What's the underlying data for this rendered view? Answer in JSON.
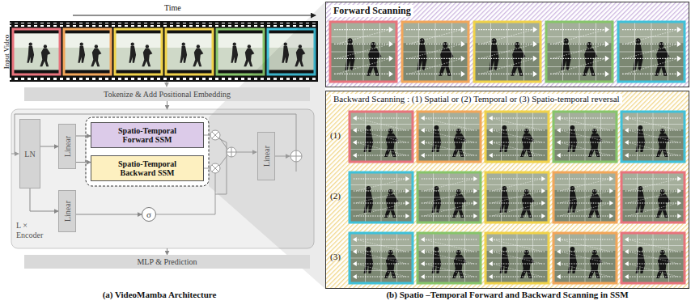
{
  "diagram": {
    "nodes": [
      {
        "text": [
          "Tokenize & Add Positional Embedding"
        ]
      },
      {
        "text": [
          "L × Encoder"
        ]
      },
      {
        "text": [
          "LN"
        ],
        "in": 1
      },
      {
        "text": [
          "Linear"
        ],
        "in": 1
      },
      {
        "text": [
          "Spatio-Temporal Forward SSM"
        ],
        "in": 1
      },
      {
        "text": [
          "Spatio-Temporal Backward SSM"
        ],
        "in": 1
      },
      {
        "text": [
          "Linear"
        ],
        "in": 1
      },
      {
        "text": [
          "σ"
        ],
        "in": 1
      },
      {
        "text": [
          "Linear"
        ],
        "in": 1
      },
      {
        "text": [
          "MLP & Prediction"
        ]
      },
      {
        "text": [
          "Forward Scanning"
        ]
      },
      {
        "text": [
          "Backward Scanning : (1) Spatial or (2) Temporal or (3) Spatio-temporal reversal"
        ]
      }
    ],
    "edges": [
      {
        "from": 0,
        "to": 1,
        "arrow": "to"
      },
      {
        "from": 1,
        "to": 9,
        "arrow": "to"
      },
      {
        "from": 2,
        "to": 3,
        "arrow": "to"
      },
      {
        "from": 2,
        "to": 6,
        "arrow": "to"
      },
      {
        "from": 3,
        "to": 4,
        "arrow": "to"
      },
      {
        "from": 3,
        "to": 5,
        "arrow": "to"
      },
      {
        "from": 6,
        "to": 7,
        "arrow": "to"
      }
    ],
    "labels": [
      "Time",
      "Input Video",
      "(1)",
      "(2)",
      "(3)",
      "(a) VideoMamba Architecture",
      "(b) Spatio –Temporal Forward and Backward Scanning in SSM"
    ]
  }
}
